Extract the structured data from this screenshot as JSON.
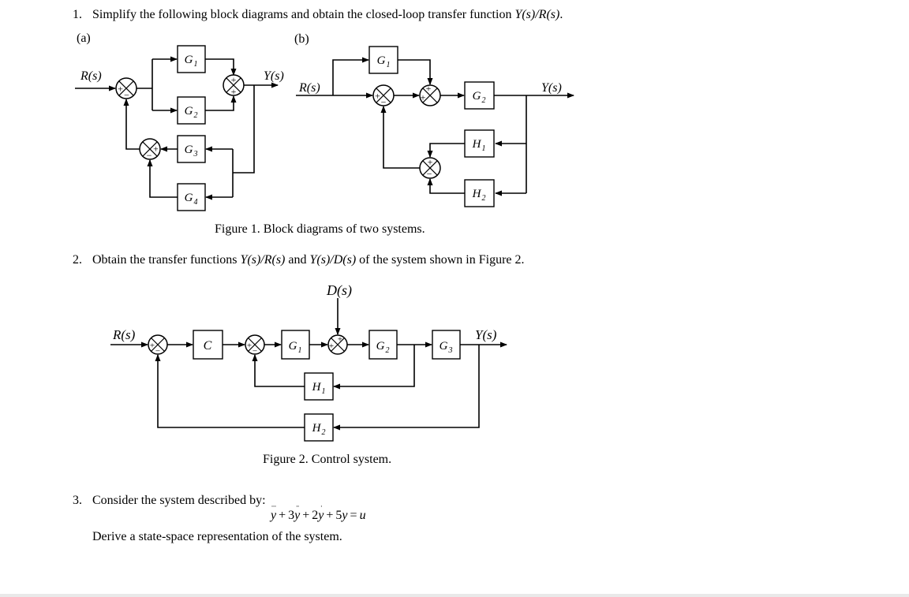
{
  "problem1": {
    "number": "1.",
    "text": "Simplify the following block diagrams and obtain the closed-loop transfer function ",
    "math": "Y(s)/R(s)",
    "after": "."
  },
  "figure1": {
    "label_a": "(a)",
    "label_b": "(b)",
    "caption": "Figure 1. Block diagrams of two systems.",
    "diagram_a": {
      "input": "R(s)",
      "output": "Y(s)",
      "blocks": {
        "g1": {
          "letter": "G",
          "sub": "1"
        },
        "g2": {
          "letter": "G",
          "sub": "2"
        },
        "g3": {
          "letter": "G",
          "sub": "3"
        },
        "g4": {
          "letter": "G",
          "sub": "4"
        }
      },
      "signs": {
        "s1_left": "+",
        "s1_bottom": "−",
        "s2_top": "+",
        "s2_bottom": "+",
        "s3_right": "+",
        "s3_bottom": "−"
      }
    },
    "diagram_b": {
      "input": "R(s)",
      "output": "Y(s)",
      "blocks": {
        "g1": {
          "letter": "G",
          "sub": "1"
        },
        "g2": {
          "letter": "G",
          "sub": "2"
        },
        "h1": {
          "letter": "H",
          "sub": "1"
        },
        "h2": {
          "letter": "H",
          "sub": "2"
        }
      },
      "signs": {
        "s1_left": "+",
        "s1_bottom": "−",
        "s2_top": "+",
        "s2_left": "+",
        "s3_top": "+",
        "s3_bottom": "−"
      }
    }
  },
  "problem2": {
    "number": "2.",
    "text_before": "Obtain the transfer functions ",
    "math1": "Y(s)/R(s)",
    "text_mid": " and ",
    "math2": "Y(s)/D(s)",
    "text_after": " of the system shown in Figure 2."
  },
  "figure2": {
    "caption": "Figure 2. Control system.",
    "input": "R(s)",
    "output": "Y(s)",
    "disturbance": "D(s)",
    "blocks": {
      "c": {
        "letter": "C",
        "sub": ""
      },
      "g1": {
        "letter": "G",
        "sub": "1"
      },
      "g2": {
        "letter": "G",
        "sub": "2"
      },
      "g3": {
        "letter": "G",
        "sub": "3"
      },
      "h1": {
        "letter": "H",
        "sub": "1"
      },
      "h2": {
        "letter": "H",
        "sub": "2"
      }
    },
    "signs": {
      "s1_left": "+",
      "s1_bottom": "−",
      "s2_left": "+",
      "s2_bottom": "−",
      "s3_top": "+",
      "s3_left": "+"
    }
  },
  "problem3": {
    "number": "3.",
    "text": "Consider the system described by:",
    "equation": {
      "t1_dots": "···",
      "t1": "y",
      "op1": "+",
      "c2": "3",
      "t2_dots": "··",
      "t2": "y",
      "op2": "+",
      "c3": "2",
      "t3_dots": "·",
      "t3": "y",
      "op3": "+",
      "c4": "5",
      "t4": "y",
      "eq": "=",
      "rhs": "u"
    },
    "derive": "Derive a state-space representation of the system."
  }
}
